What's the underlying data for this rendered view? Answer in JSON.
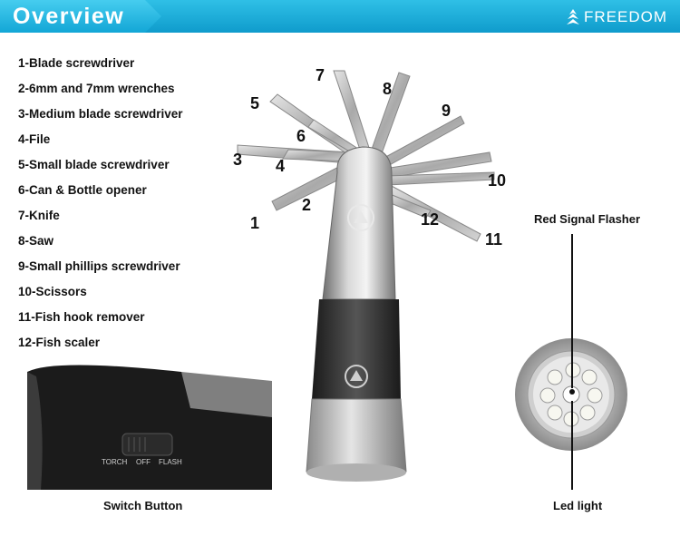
{
  "header": {
    "title": "Overview",
    "brand": "FREEDOM",
    "logo_icon": "brand-logo-icon"
  },
  "features": [
    "1-Blade screwdriver",
    "2-6mm and 7mm wrenches",
    "3-Medium blade screwdriver",
    "4-File",
    "5-Small blade screwdriver",
    "6-Can & Bottle opener",
    "7-Knife",
    "8-Saw",
    "9-Small phillips screwdriver",
    "10-Scissors",
    "11-Fish hook remover",
    "12-Fish scaler"
  ],
  "callouts": [
    "1",
    "2",
    "3",
    "4",
    "5",
    "6",
    "7",
    "8",
    "9",
    "10",
    "11",
    "12"
  ],
  "captions": {
    "switch": "Switch Button",
    "switch_labels": [
      "TORCH",
      "OFF",
      "FLASH"
    ],
    "red_signal": "Red Signal Flasher",
    "led": "Led light"
  },
  "colors": {
    "header": "#1aa8d8",
    "text": "#111111"
  }
}
